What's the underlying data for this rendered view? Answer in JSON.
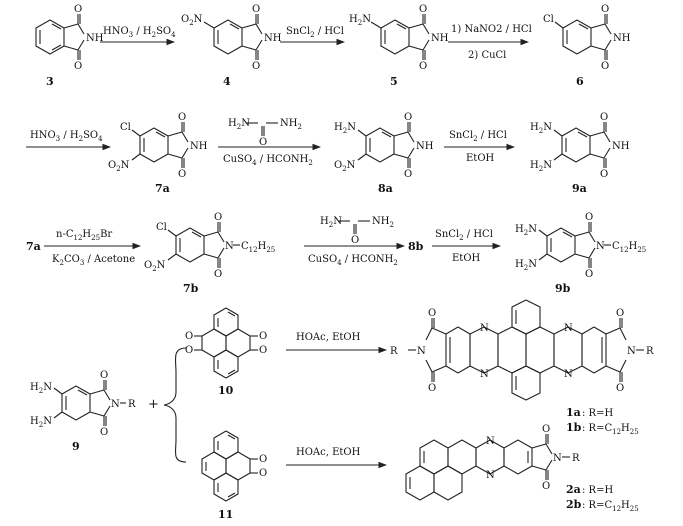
{
  "compounds": [
    {
      "id": "c3",
      "label": "3"
    },
    {
      "id": "c4",
      "label": "4"
    },
    {
      "id": "c5",
      "label": "5"
    },
    {
      "id": "c6",
      "label": "6"
    },
    {
      "id": "c7a",
      "label": "7a"
    },
    {
      "id": "c8a",
      "label": "8a"
    },
    {
      "id": "c9a",
      "label": "9a"
    },
    {
      "id": "c7b",
      "label": "7b"
    },
    {
      "id": "c9b",
      "label": "9b"
    },
    {
      "id": "c9",
      "label": "9"
    },
    {
      "id": "c10",
      "label": "10"
    },
    {
      "id": "c11",
      "label": "11"
    }
  ],
  "reagents": {
    "r1": "HNO3 / H2SO4",
    "r2": "SnCl2 / HCl",
    "r3a": "1) NaNO2 / HCl",
    "r3b": "2) CuCl",
    "r4": "HNO3 / H2SO4",
    "r5a": "H2N–C(=O)–NH2",
    "r5b": "CuSO4 / HCONH2",
    "r6a": "SnCl2 / HCl",
    "r6b": "EtOH",
    "r7start": "7a",
    "r7a": "n-C12H25Br",
    "r7b": "K2CO3 / Acetone",
    "r8b": "CuSO4 / HCONH2",
    "r8end": "8b",
    "r9a": "SnCl2 / HCl",
    "r9b": "EtOH",
    "r10": "HOAc, EtOH",
    "r11": "HOAc, EtOH"
  },
  "products": {
    "p1a_label": "1a",
    "p1a_def": ": R=H",
    "p1b_label": "1b",
    "p1b_def": ": R=C12H25",
    "p2a_label": "2a",
    "p2a_def": ": R=H",
    "p2b_label": "2b",
    "p2b_def": ": R=C12H25"
  },
  "plus": "+"
}
